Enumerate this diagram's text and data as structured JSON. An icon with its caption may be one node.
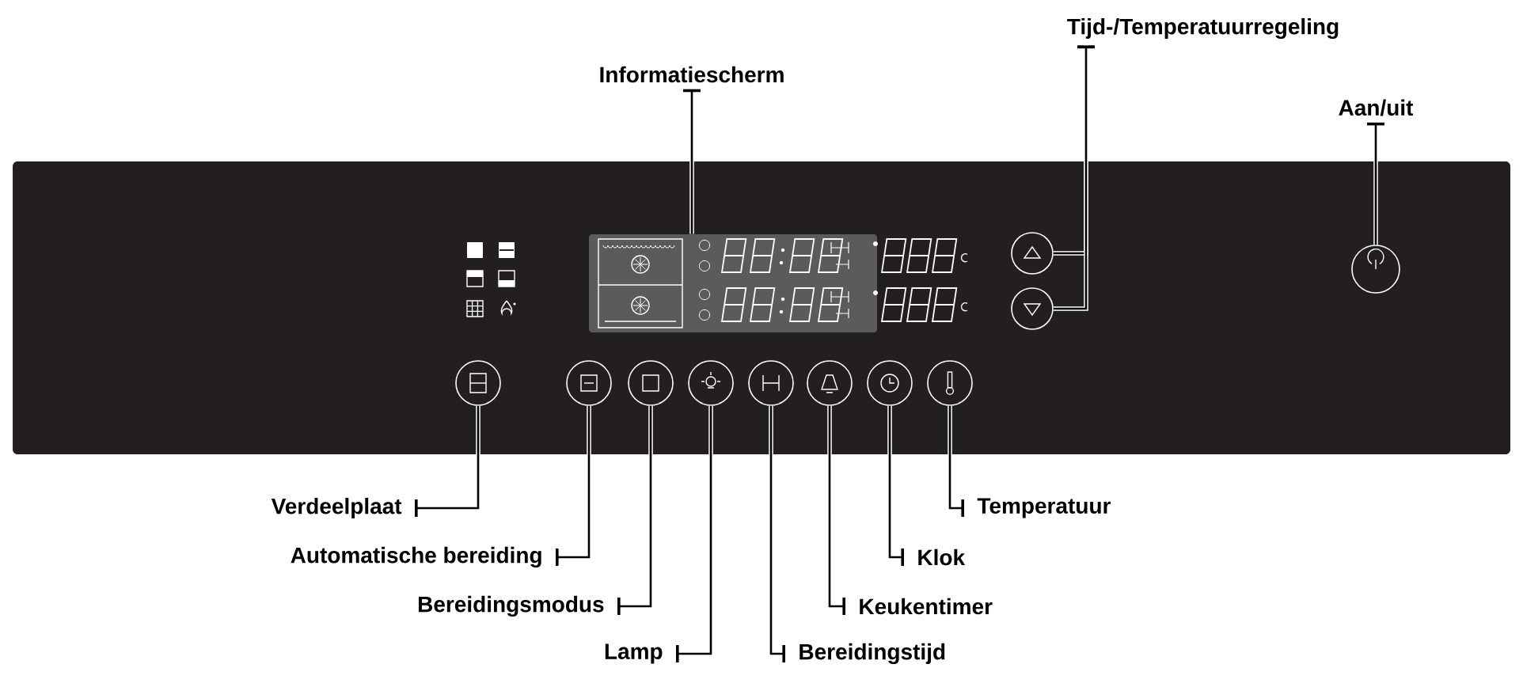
{
  "diagram": {
    "nodes": [
      {
        "text": [
          "Informatiescherm"
        ]
      },
      {
        "text": [
          "Tijd-/Temperatuurregeling"
        ]
      },
      {
        "text": [
          "Aan/uit"
        ]
      },
      {
        "text": [],
        "shape": "box"
      },
      {
        "text": [],
        "shape": "circle"
      },
      {
        "text": [],
        "shape": "circle"
      },
      {
        "text": [],
        "shape": "circle"
      },
      {
        "text": [],
        "shape": "circle"
      },
      {
        "text": [],
        "shape": "circle"
      },
      {
        "text": [],
        "shape": "circle"
      },
      {
        "text": [],
        "shape": "circle"
      },
      {
        "text": [],
        "shape": "circle"
      },
      {
        "text": [],
        "shape": "circle"
      },
      {
        "text": [],
        "shape": "circle"
      },
      {
        "text": [],
        "shape": "circle"
      },
      {
        "text": [
          "Verdeelplaat"
        ]
      },
      {
        "text": [
          "Automatische bereiding"
        ]
      },
      {
        "text": [
          "Bereidingsmodus"
        ]
      },
      {
        "text": [
          "Lamp"
        ]
      },
      {
        "text": [
          "Bereidingstijd"
        ]
      },
      {
        "text": [
          "Keukentimer"
        ]
      },
      {
        "text": [
          "Klok"
        ]
      },
      {
        "text": [
          "Temperatuur"
        ]
      }
    ],
    "edges": [
      {
        "from": 0,
        "to": 3,
        "arrow": "none"
      },
      {
        "from": 1,
        "to": 4,
        "arrow": "none"
      },
      {
        "from": 1,
        "to": 5,
        "arrow": "none"
      },
      {
        "from": 2,
        "to": 6,
        "arrow": "none"
      },
      {
        "from": 15,
        "to": 7,
        "arrow": "none"
      },
      {
        "from": 16,
        "to": 8,
        "arrow": "none"
      },
      {
        "from": 17,
        "to": 9,
        "arrow": "none"
      },
      {
        "from": 18,
        "to": 10,
        "arrow": "none"
      },
      {
        "from": 19,
        "to": 11,
        "arrow": "none"
      },
      {
        "from": 20,
        "to": 12,
        "arrow": "none"
      },
      {
        "from": 21,
        "to": 13,
        "arrow": "none"
      },
      {
        "from": 22,
        "to": 14,
        "arrow": "none"
      }
    ]
  }
}
